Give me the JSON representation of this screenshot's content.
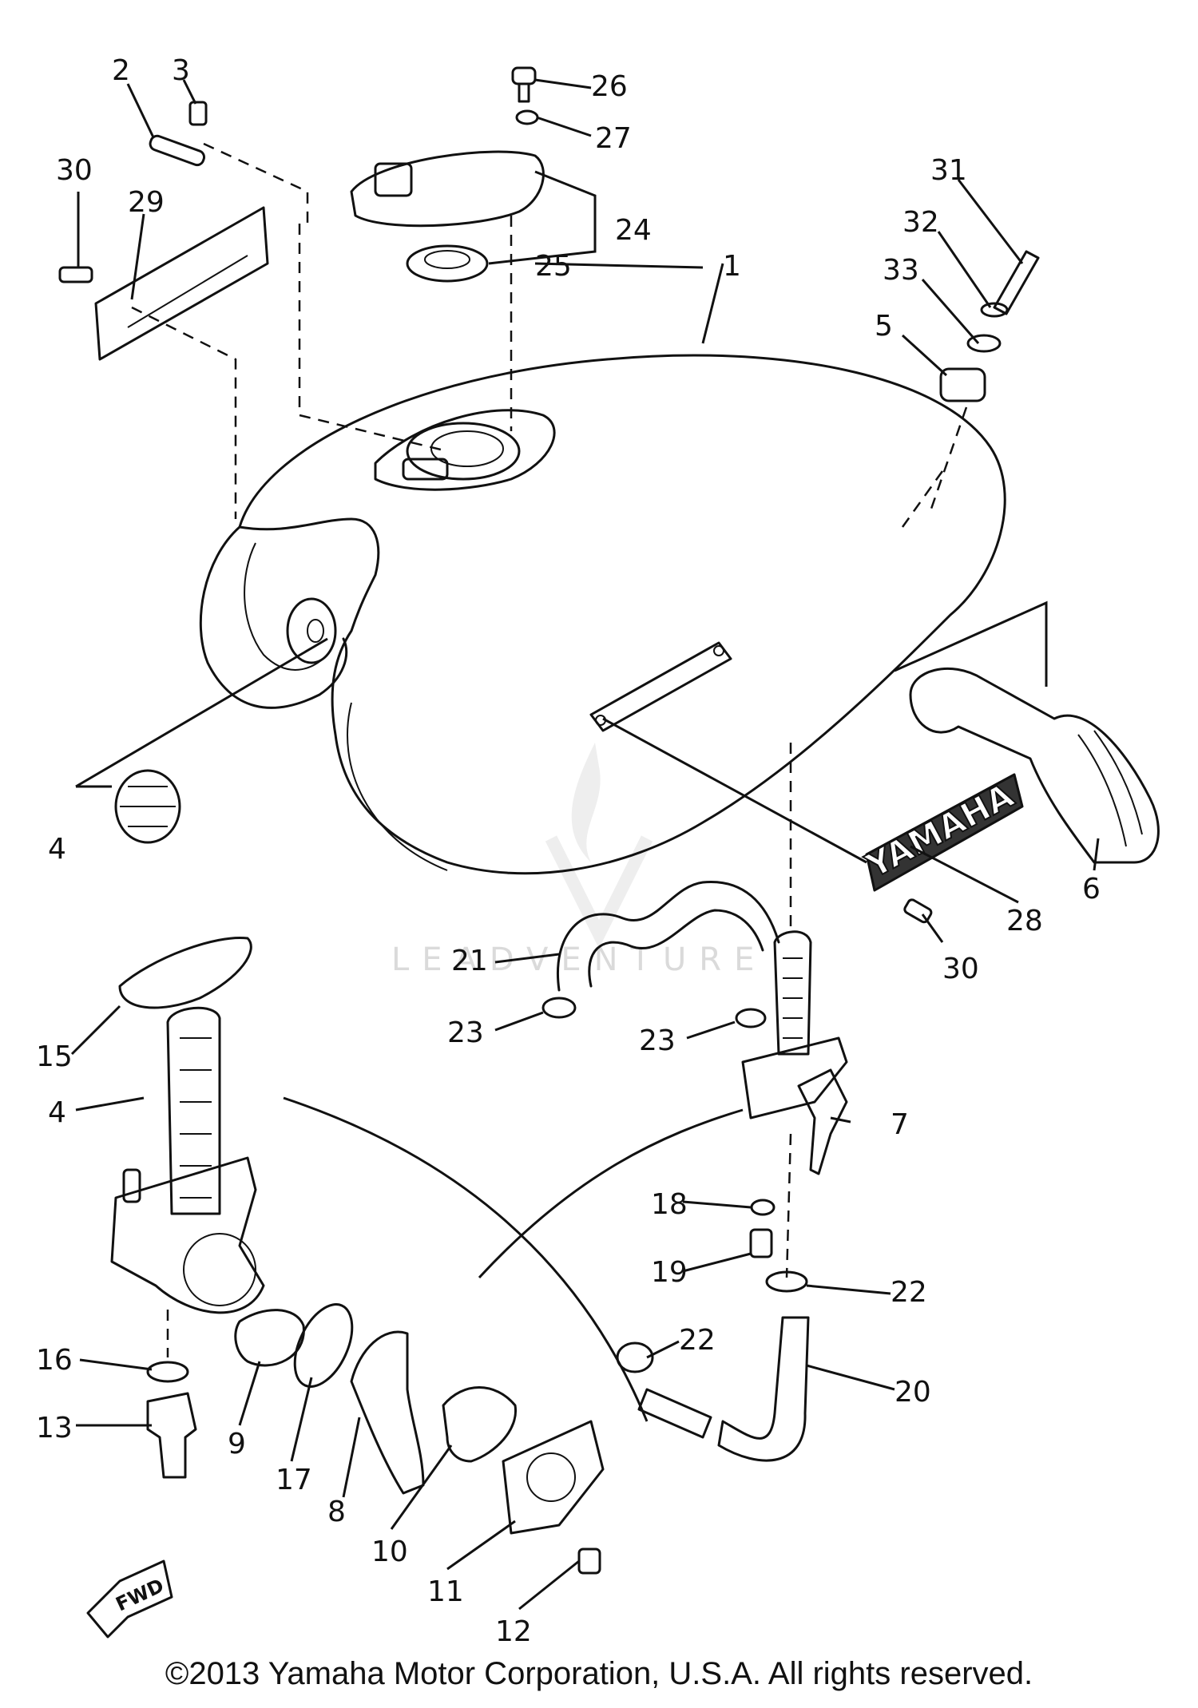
{
  "diagram": {
    "callouts": [
      {
        "id": "c1",
        "text": "1"
      },
      {
        "id": "c2",
        "text": "2"
      },
      {
        "id": "c3",
        "text": "3"
      },
      {
        "id": "c4a",
        "text": "4"
      },
      {
        "id": "c4b",
        "text": "4"
      },
      {
        "id": "c5",
        "text": "5"
      },
      {
        "id": "c6",
        "text": "6"
      },
      {
        "id": "c7",
        "text": "7"
      },
      {
        "id": "c8",
        "text": "8"
      },
      {
        "id": "c9",
        "text": "9"
      },
      {
        "id": "c10",
        "text": "10"
      },
      {
        "id": "c11",
        "text": "11"
      },
      {
        "id": "c12",
        "text": "12"
      },
      {
        "id": "c13",
        "text": "13"
      },
      {
        "id": "c15",
        "text": "15"
      },
      {
        "id": "c16",
        "text": "16"
      },
      {
        "id": "c17",
        "text": "17"
      },
      {
        "id": "c18",
        "text": "18"
      },
      {
        "id": "c19",
        "text": "19"
      },
      {
        "id": "c20",
        "text": "20"
      },
      {
        "id": "c21",
        "text": "21"
      },
      {
        "id": "c22a",
        "text": "22"
      },
      {
        "id": "c22b",
        "text": "22"
      },
      {
        "id": "c23a",
        "text": "23"
      },
      {
        "id": "c23b",
        "text": "23"
      },
      {
        "id": "c24",
        "text": "24"
      },
      {
        "id": "c25",
        "text": "25"
      },
      {
        "id": "c26",
        "text": "26"
      },
      {
        "id": "c27",
        "text": "27"
      },
      {
        "id": "c28",
        "text": "28"
      },
      {
        "id": "c29",
        "text": "29"
      },
      {
        "id": "c30a",
        "text": "30"
      },
      {
        "id": "c30b",
        "text": "30"
      },
      {
        "id": "c31",
        "text": "31"
      },
      {
        "id": "c32",
        "text": "32"
      },
      {
        "id": "c33",
        "text": "33"
      }
    ],
    "emblem_text": "YAMAHA",
    "fwd_text": "FWD",
    "watermark_text": "LEADVENTURE"
  },
  "copyright": "©2013 Yamaha Motor Corporation, U.S.A. All rights reserved."
}
